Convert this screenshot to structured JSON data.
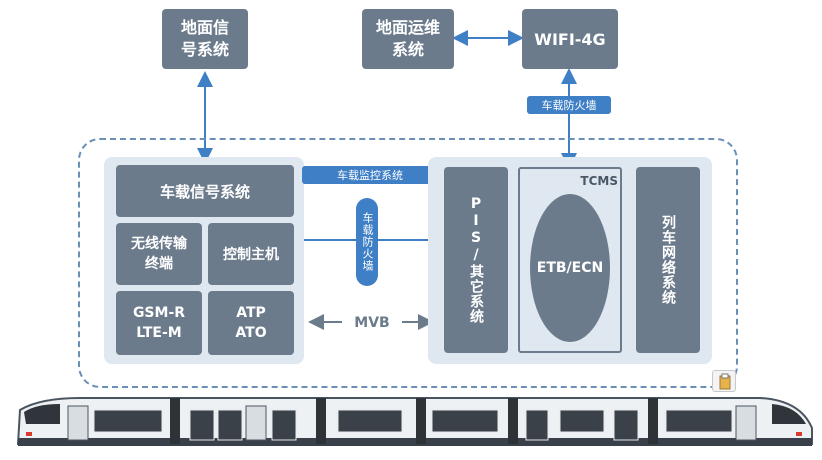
{
  "ground_signal": "地面信\n号系统",
  "ground_ops": "地面运维\n系统",
  "wifi": "WIFI-4G",
  "firewall_top": "车载防火墙",
  "monitor_system": "车载监控系统",
  "onboard_signal": "车载信号系统",
  "wireless_terminal": "无线传输\n终端",
  "control_host": "控制主机",
  "gsm": "GSM-R\nLTE-M",
  "atp": "ATP\nATO",
  "firewall_mid": "车载防火墙",
  "mvb": "MVB",
  "pis": "PIS/其它系统",
  "tcms": "TCMS",
  "etb": "ETB/ECN",
  "train_network": "列车网络系统",
  "colors": {
    "dark": "#6b7b8c",
    "light": "#dfe8f1",
    "accent": "#3f7fc6",
    "frame": "#6a8fb8"
  }
}
